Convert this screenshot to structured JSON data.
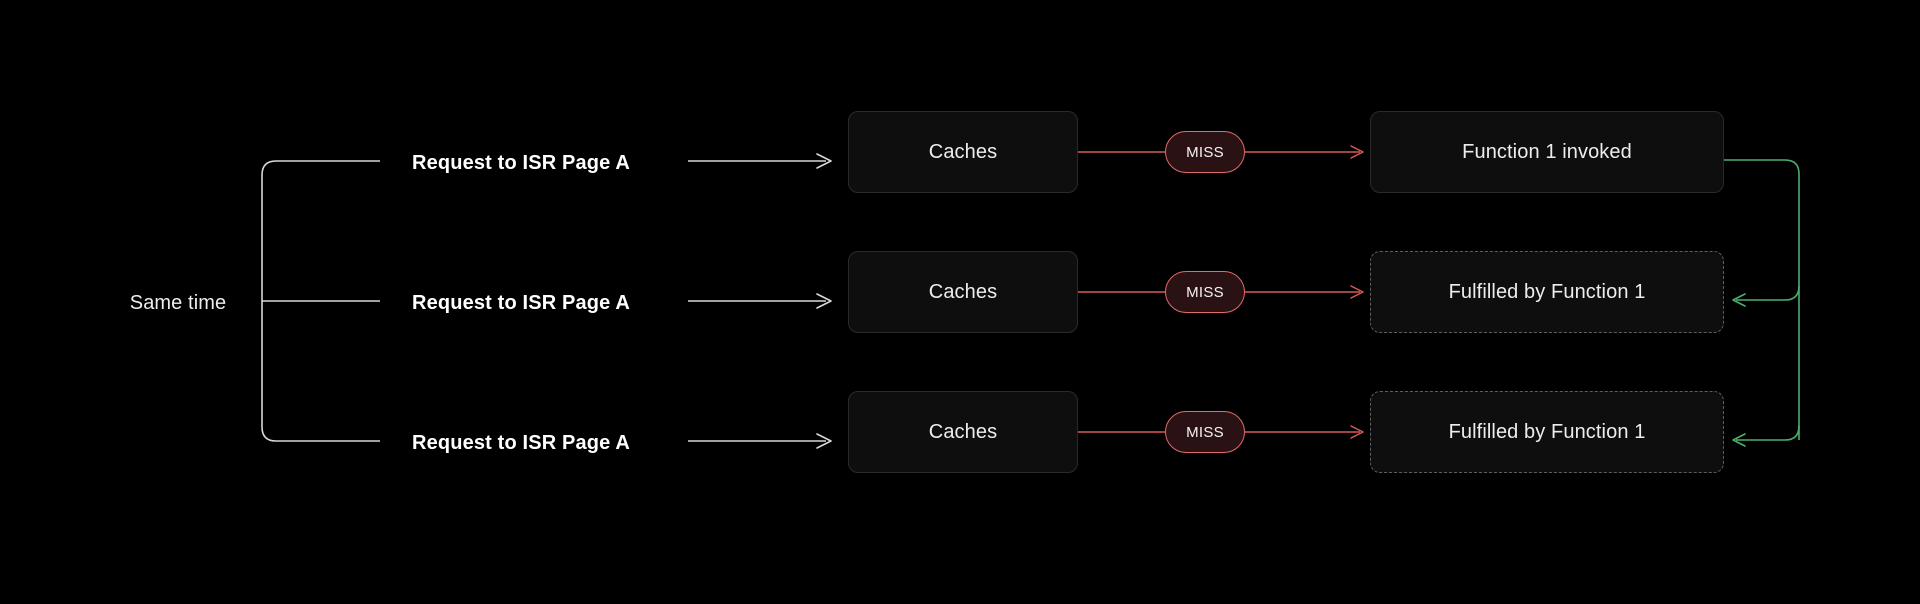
{
  "diagram": {
    "background_color": "#000000",
    "title_text": "",
    "group_label": "Same time",
    "colors": {
      "text_primary": "#ededed",
      "text_bold": "#ffffff",
      "box_fill": "#0e0e0e",
      "box_border": "#2a2a2a",
      "dashed_border": "#5e5e5e",
      "miss_fill": "#2a1113",
      "miss_border": "#e26a6a",
      "arrow_white": "#d8d8d8",
      "arrow_red": "#d95a5a",
      "arrow_green": "#4caf6e"
    },
    "rows": [
      {
        "id": "row-1",
        "request_label": "Request to ISR Page A",
        "cache_label": "Caches",
        "cache_result": "MISS",
        "outcome_label": "Function 1 invoked",
        "outcome_style": "solid"
      },
      {
        "id": "row-2",
        "request_label": "Request to ISR Page A",
        "cache_label": "Caches",
        "cache_result": "MISS",
        "outcome_label": "Fulfilled by Function 1",
        "outcome_style": "dashed"
      },
      {
        "id": "row-3",
        "request_label": "Request to ISR Page A",
        "cache_label": "Caches",
        "cache_result": "MISS",
        "outcome_label": "Fulfilled by Function 1",
        "outcome_style": "dashed"
      }
    ],
    "connectors": {
      "bracket_name": "same-time-bracket",
      "request_to_cache_arrow": "white-arrow",
      "cache_to_miss_line": "red-line",
      "miss_to_outcome_arrow": "red-arrow",
      "function_fanout_arrow": "green-arrow"
    }
  }
}
